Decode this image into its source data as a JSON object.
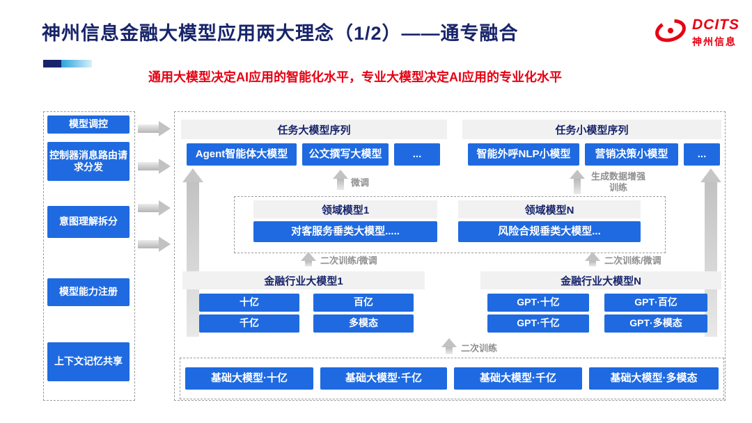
{
  "header": {
    "title": "神州信息金融大模型应用两大理念（1/2）——通专融合",
    "subtitle": "通用大模型决定AI应用的智能化水平，专业大模型决定AI应用的专业化水平",
    "logo": {
      "en": "DCITS",
      "cn": "神州信息"
    }
  },
  "colors": {
    "accent_blue": "#1f6ae0",
    "navy": "#17246a",
    "brand_red": "#e60012",
    "header_gray": "#f1f1f1"
  },
  "sidebar": {
    "title": "模型调控",
    "items": [
      "控制器消息路由请求分发",
      "意图理解拆分",
      "模型能力注册",
      "上下文记忆共享"
    ]
  },
  "task_large": {
    "title": "任务大模型序列",
    "items": [
      "Agent智能体大模型",
      "公文撰写大模型",
      "..."
    ]
  },
  "task_small": {
    "title": "任务小模型序列",
    "items": [
      "智能外呼NLP小模型",
      "营销决策小模型",
      "..."
    ]
  },
  "annotations": {
    "finetune": "微调",
    "gen_data_training": "生成数据增强训练",
    "retrain_left": "二次训练/微调",
    "retrain_right": "二次训练/微调",
    "retrain_bottom": "二次训练"
  },
  "domain_left": {
    "title": "领域模型1",
    "model": "对客服务垂类大模型....."
  },
  "domain_right": {
    "title": "领域模型N",
    "model": "风险合规垂类大模型..."
  },
  "industry_left": {
    "title": "金融行业大模型1",
    "items": [
      "十亿",
      "百亿",
      "千亿",
      "多模态"
    ]
  },
  "industry_right": {
    "title": "金融行业大模型N",
    "items": [
      "GPT·十亿",
      "GPT·百亿",
      "GPT·千亿",
      "GPT·多模态"
    ]
  },
  "foundation": {
    "items": [
      "基础大模型·十亿",
      "基础大模型·千亿",
      "基础大模型·千亿",
      "基础大模型·多模态"
    ]
  }
}
